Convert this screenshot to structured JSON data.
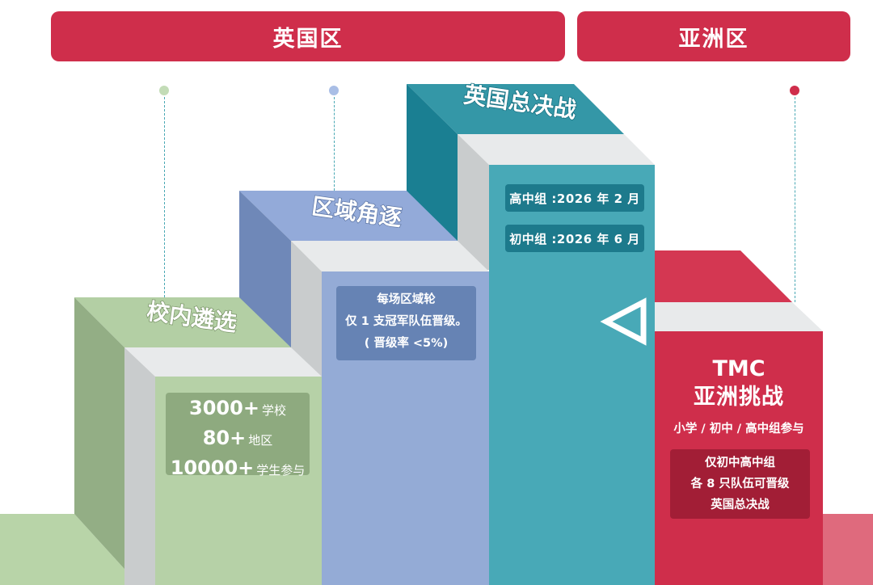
{
  "banners": {
    "uk": "英国区",
    "asia": "亚洲区"
  },
  "steps": {
    "school": {
      "title": "校内遴选",
      "stats": [
        {
          "num": "3000+",
          "unit": "学校"
        },
        {
          "num": "80+",
          "unit": "地区"
        },
        {
          "num": "10000+",
          "unit": "学生参与"
        }
      ]
    },
    "regional": {
      "title": "区域角逐",
      "lines": [
        "每场区域轮",
        "仅 1 支冠军队伍晋级。",
        "( 晋级率 <5%)"
      ]
    },
    "final": {
      "title": "英国总决战",
      "dates": [
        "高中组 :2026 年 2 月",
        "初中组 :2026 年 6 月"
      ]
    },
    "asia": {
      "title_line1": "TMC",
      "title_line2": "亚洲挑战",
      "subtitle": "小学 / 初中 / 高中组参与",
      "note": [
        "仅初中高中组",
        "各 8 只队伍可晋级",
        "英国总决战"
      ]
    }
  },
  "colors": {
    "banner_red": "#cf2e4b",
    "green": "#b3cfa4",
    "blue": "#94abd6",
    "teal": "#48a9b7",
    "red": "#cf2e4b"
  }
}
